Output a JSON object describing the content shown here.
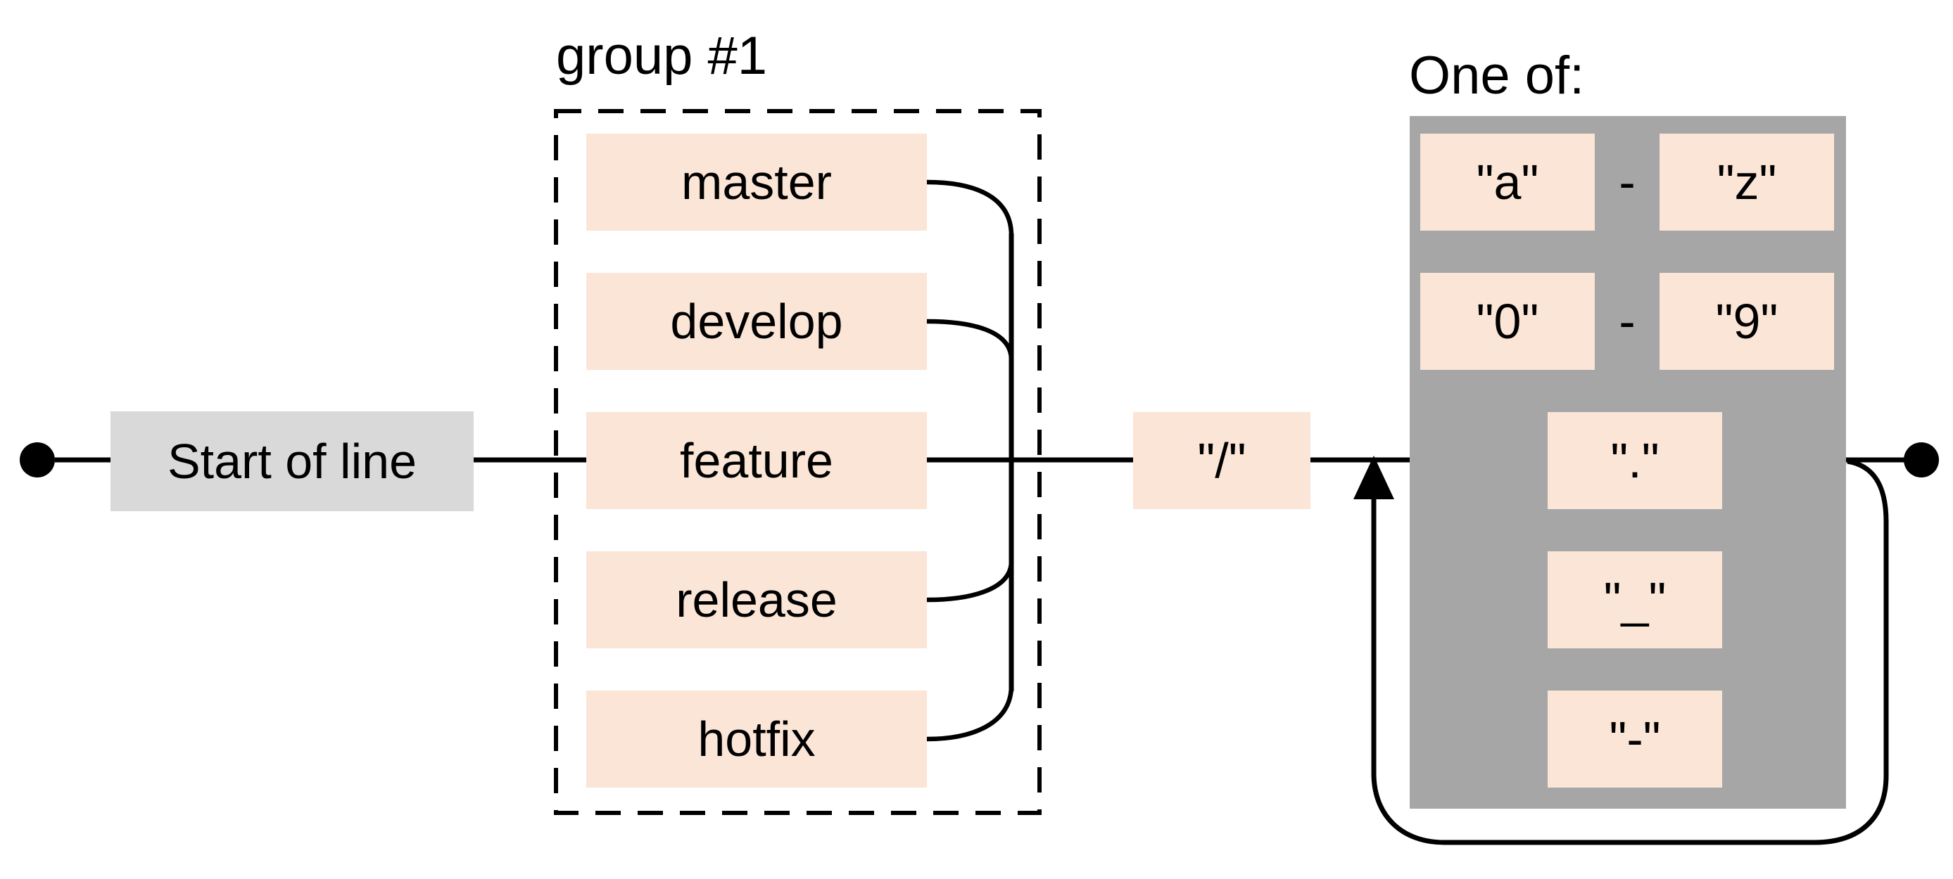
{
  "diagram": {
    "kind": "railroad-diagram",
    "start": {
      "label": "Start of line"
    },
    "group": {
      "title": "group #1",
      "branches": [
        "master",
        "develop",
        "feature",
        "release",
        "hotfix"
      ]
    },
    "slash": {
      "label": "\"/\""
    },
    "one_of": {
      "title": "One of:",
      "range_rows": [
        {
          "from": "\"a\"",
          "separator": "-",
          "to": "\"z\""
        },
        {
          "from": "\"0\"",
          "separator": "-",
          "to": "\"9\""
        }
      ],
      "single_items": [
        "\".\"",
        "\"_\"",
        "\"-\""
      ]
    },
    "colors": {
      "terminal_fill": "#fbe5d6",
      "one_of_fill": "#a6a6a6",
      "start_fill": "#d9d9d9",
      "line": "#000000"
    }
  }
}
